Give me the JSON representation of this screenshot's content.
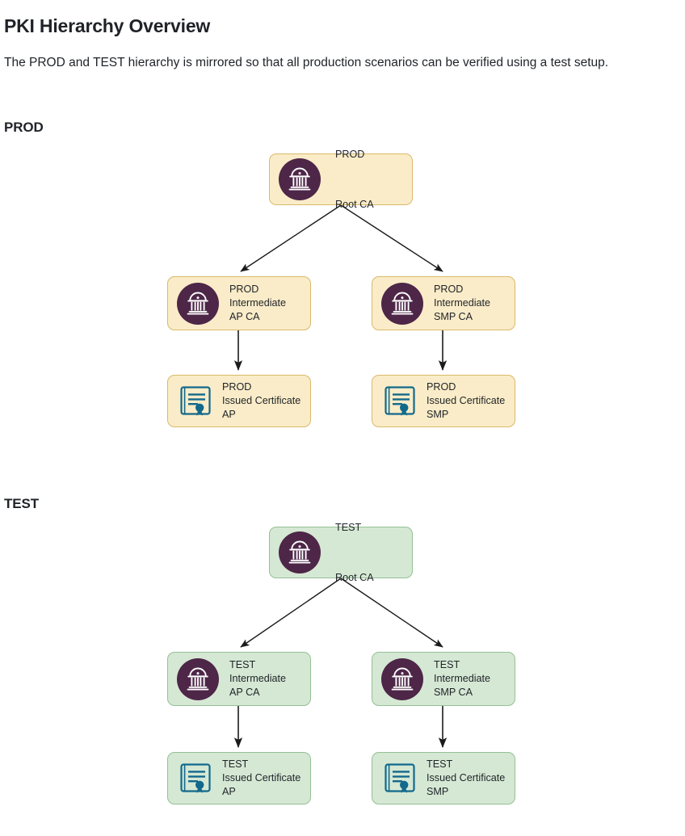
{
  "document": {
    "title": "PKI Hierarchy Overview",
    "paragraph": "The PROD and TEST hierarchy is mirrored so that all production scenarios can be verified using a test setup."
  },
  "colors": {
    "prod_fill": "#faecc8",
    "prod_border": "#dbb96a",
    "test_fill": "#d5e8d4",
    "test_border": "#95c095",
    "ca_icon_circle": "#4d2648",
    "ca_icon_glyph": "#ffffff",
    "certificate_icon": "#12698c",
    "edge": "#1b1b1b",
    "text": "#1f2328"
  },
  "sections": [
    {
      "id": "prod",
      "heading": "PROD",
      "environment": "PROD",
      "nodes": {
        "root": {
          "label": "PROD\n\nRoot CA",
          "line1": "PROD",
          "line2": "Root CA",
          "icon": "bank-icon"
        },
        "intermediate_left": {
          "label": "PROD\nIntermediate\nAP CA",
          "icon": "bank-icon"
        },
        "intermediate_right": {
          "label": "PROD\nIntermediate\nSMP CA",
          "icon": "bank-icon"
        },
        "leaf_left": {
          "label": "PROD\nIssued Certificate\nAP",
          "icon": "certificate-icon"
        },
        "leaf_right": {
          "label": "PROD\nIssued Certificate\nSMP",
          "icon": "certificate-icon"
        }
      }
    },
    {
      "id": "test",
      "heading": "TEST",
      "environment": "TEST",
      "nodes": {
        "root": {
          "label": "TEST\n\nRoot CA",
          "line1": "TEST",
          "line2": "Root CA",
          "icon": "bank-icon"
        },
        "intermediate_left": {
          "label": "TEST\nIntermediate\nAP CA",
          "icon": "bank-icon"
        },
        "intermediate_right": {
          "label": "TEST\nIntermediate\nSMP CA",
          "icon": "bank-icon"
        },
        "leaf_left": {
          "label": "TEST\nIssued Certificate\nAP",
          "icon": "certificate-icon"
        },
        "leaf_right": {
          "label": "TEST\nIssued Certificate\nSMP",
          "icon": "certificate-icon"
        }
      }
    }
  ],
  "edges": [
    {
      "from": "root",
      "to": "intermediate_left",
      "style": "diagonal-arrow"
    },
    {
      "from": "root",
      "to": "intermediate_right",
      "style": "diagonal-arrow"
    },
    {
      "from": "intermediate_left",
      "to": "leaf_left",
      "style": "vertical-arrow"
    },
    {
      "from": "intermediate_right",
      "to": "leaf_right",
      "style": "vertical-arrow"
    }
  ]
}
